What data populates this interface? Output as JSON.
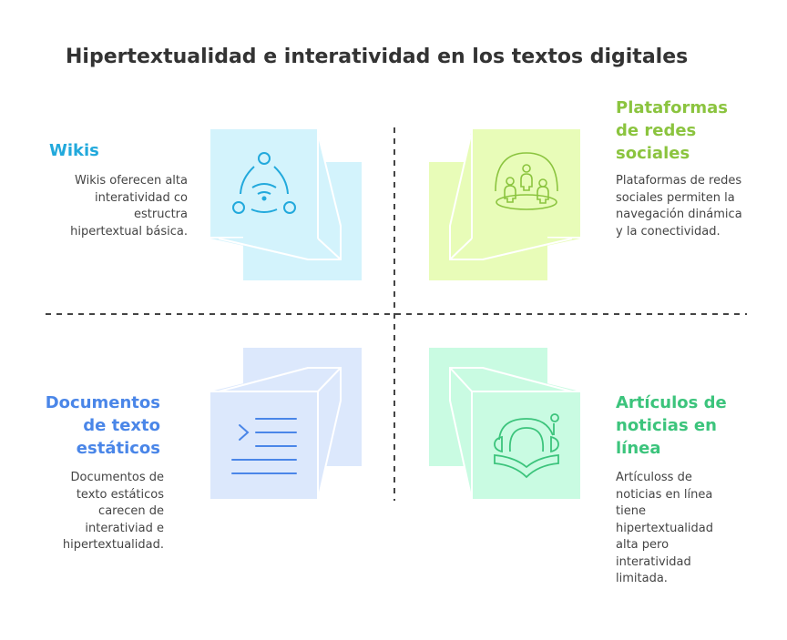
{
  "title": "Hipertextualidad e interatividad en los textos digitales",
  "quadrants": {
    "wikis": {
      "heading": [
        "Wikis"
      ],
      "body": [
        "Wikis oferecen alta",
        "interatividad co",
        "estructra",
        "hipertextual básica."
      ],
      "color": "#22a9dc",
      "fill": "#d3f3fc",
      "icon": "network-wifi-icon"
    },
    "social": {
      "heading": [
        "Plataformas",
        "de redes",
        "sociales"
      ],
      "body": [
        "Plataformas de redes",
        "sociales permiten la",
        "navegación dinámica",
        "y la conectividad."
      ],
      "color": "#8bc43f",
      "fill": "#e8fcb8",
      "icon": "people-dome-icon"
    },
    "static": {
      "heading": [
        "Documentos",
        "de texto",
        "estáticos"
      ],
      "body": [
        "Documentos de",
        "texto estáticos",
        "carecen de",
        "interativiad e",
        "hipertextualidad."
      ],
      "color": "#4a86e8",
      "fill": "#dce8fc",
      "icon": "text-lines-icon"
    },
    "news": {
      "heading": [
        "Artículos de",
        "noticias en",
        "línea"
      ],
      "body": [
        "Artículoss de",
        "noticias en línea",
        "tiene",
        "hipertextualidad",
        "alta pero",
        "interatividad",
        "limitada."
      ],
      "color": "#3cc47c",
      "fill": "#c9fbe2",
      "icon": "headset-book-icon"
    }
  }
}
